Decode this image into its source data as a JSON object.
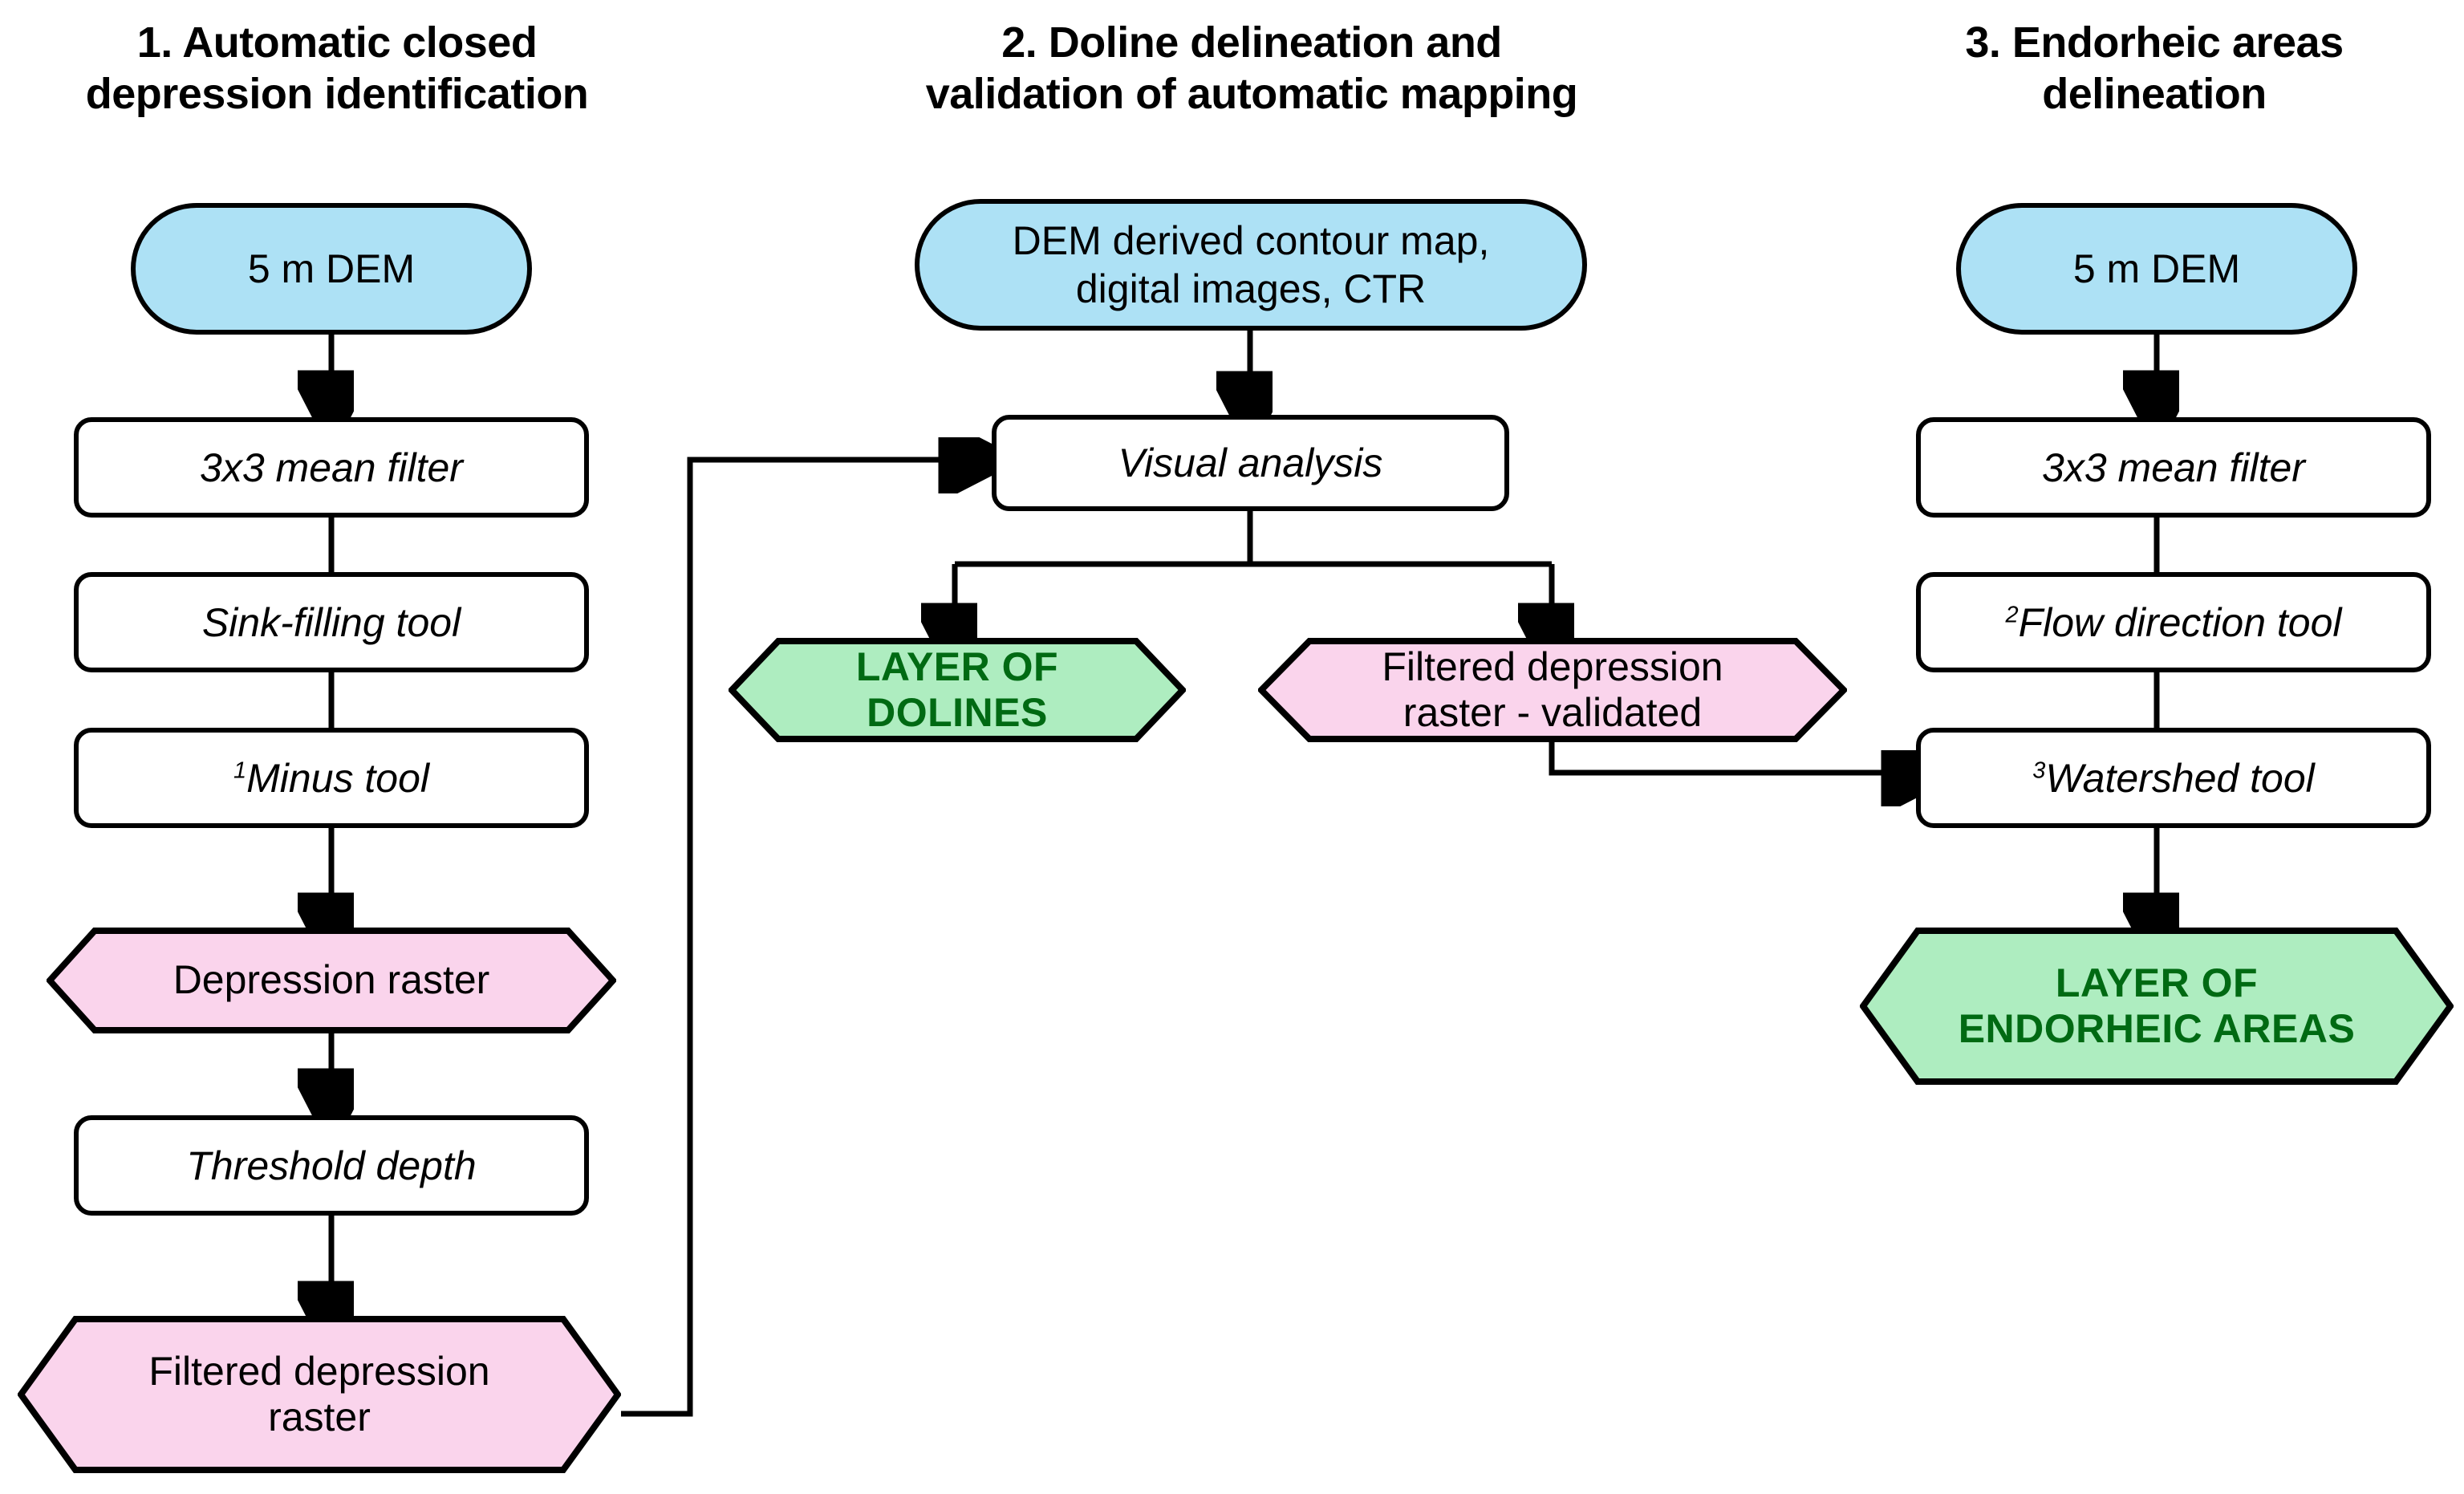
{
  "columns": [
    {
      "id": "col1",
      "title": "1. Automatic closed\ndepression identification"
    },
    {
      "id": "col2",
      "title": "2. Doline delineation and\nvalidation of automatic mapping"
    },
    {
      "id": "col3",
      "title": "3. Endorheic areas\ndelineation"
    }
  ],
  "colors": {
    "data_blue": "#ade1f5",
    "raster_pink": "#fad4ec",
    "output_green": "#aeedc0",
    "output_green_text": "#006a13",
    "stroke": "#000000",
    "background": "#ffffff"
  },
  "nodes": {
    "c1_dem": {
      "label": "5 m DEM",
      "shape": "pill",
      "fill": "data_blue"
    },
    "c1_mean_filter": {
      "label": "3x3 mean filter",
      "shape": "process",
      "fill": "white"
    },
    "c1_sink_filling": {
      "label": "Sink-filling tool",
      "shape": "process",
      "fill": "white"
    },
    "c1_minus_tool": {
      "label": "Minus tool",
      "sup": "1",
      "shape": "process",
      "fill": "white"
    },
    "c1_depression_raster": {
      "label": "Depression raster",
      "shape": "hexagon",
      "fill": "raster_pink"
    },
    "c1_threshold_depth": {
      "label": "Threshold depth",
      "shape": "process",
      "fill": "white"
    },
    "c1_filtered_raster": {
      "label": "Filtered depression\nraster",
      "shape": "hexagon",
      "fill": "raster_pink"
    },
    "c2_sources": {
      "label": "DEM derived contour map,\ndigital images, CTR",
      "shape": "pill",
      "fill": "data_blue"
    },
    "c2_visual_analysis": {
      "label": "Visual analysis",
      "shape": "process",
      "fill": "white"
    },
    "c2_layer_of_dolines": {
      "label": "LAYER OF\nDOLINES",
      "shape": "hexagon",
      "fill": "output_green"
    },
    "c2_filtered_validated": {
      "label": "Filtered depression\nraster - validated",
      "shape": "hexagon",
      "fill": "raster_pink"
    },
    "c3_dem": {
      "label": "5 m DEM",
      "shape": "pill",
      "fill": "data_blue"
    },
    "c3_mean_filter": {
      "label": "3x3 mean filter",
      "shape": "process",
      "fill": "white"
    },
    "c3_flow_direction": {
      "label": "Flow direction tool",
      "sup": "2",
      "shape": "process",
      "fill": "white"
    },
    "c3_watershed": {
      "label": "Watershed tool",
      "sup": "3",
      "shape": "process",
      "fill": "white"
    },
    "c3_layer_endorheic": {
      "label": "LAYER OF\nENDORHEIC AREAS",
      "shape": "hexagon",
      "fill": "output_green"
    }
  },
  "connectors": [
    {
      "from": "c1_dem",
      "to": "c1_mean_filter",
      "kind": "arrow-down"
    },
    {
      "from": "c1_mean_filter",
      "to": "c1_sink_filling",
      "kind": "line-down"
    },
    {
      "from": "c1_sink_filling",
      "to": "c1_minus_tool",
      "kind": "line-down"
    },
    {
      "from": "c1_minus_tool",
      "to": "c1_depression_raster",
      "kind": "arrow-down"
    },
    {
      "from": "c1_depression_raster",
      "to": "c1_threshold_depth",
      "kind": "arrow-down"
    },
    {
      "from": "c1_threshold_depth",
      "to": "c1_filtered_raster",
      "kind": "arrow-down"
    },
    {
      "from": "c1_filtered_raster",
      "to": "c2_visual_analysis",
      "kind": "elbow-arrow-right"
    },
    {
      "from": "c2_sources",
      "to": "c2_visual_analysis",
      "kind": "arrow-down"
    },
    {
      "from": "c2_visual_analysis",
      "to": "c2_layer_of_dolines",
      "kind": "split-arrow-down-left"
    },
    {
      "from": "c2_visual_analysis",
      "to": "c2_filtered_validated",
      "kind": "split-arrow-down-right"
    },
    {
      "from": "c2_filtered_validated",
      "to": "c3_watershed",
      "kind": "elbow-arrow-right"
    },
    {
      "from": "c3_dem",
      "to": "c3_mean_filter",
      "kind": "arrow-down"
    },
    {
      "from": "c3_mean_filter",
      "to": "c3_flow_direction",
      "kind": "line-down"
    },
    {
      "from": "c3_flow_direction",
      "to": "c3_watershed",
      "kind": "line-down"
    },
    {
      "from": "c3_watershed",
      "to": "c3_layer_endorheic",
      "kind": "arrow-down"
    }
  ]
}
